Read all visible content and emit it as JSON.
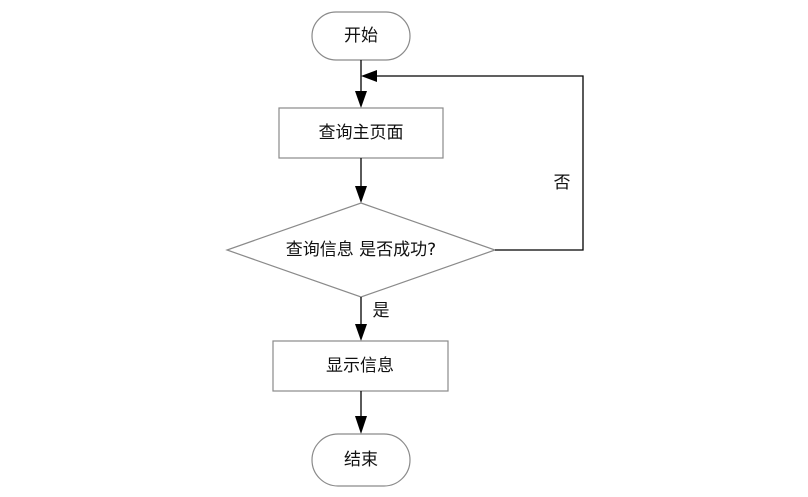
{
  "diagram": {
    "start_label": "开始",
    "step_query_main_label": "查询主页面",
    "decision_label": "查询信息 是否成功?",
    "step_show_info_label": "显示信息",
    "end_label": "结束",
    "branch_yes_label": "是",
    "branch_no_label": "否"
  }
}
